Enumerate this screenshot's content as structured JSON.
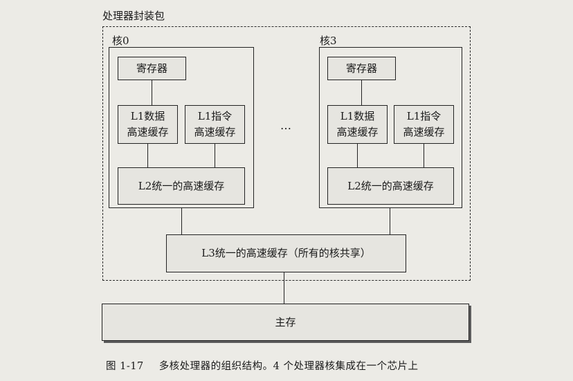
{
  "package_label": "处理器封装包",
  "cores": [
    {
      "label": "核0",
      "register": "寄存器",
      "l1_data": [
        "L1数据",
        "高速缓存"
      ],
      "l1_inst": [
        "L1指令",
        "高速缓存"
      ],
      "l2": "L2统一的高速缓存"
    },
    {
      "label": "核3",
      "register": "寄存器",
      "l1_data": [
        "L1数据",
        "高速缓存"
      ],
      "l1_inst": [
        "L1指令",
        "高速缓存"
      ],
      "l2": "L2统一的高速缓存"
    }
  ],
  "ellipsis": "…",
  "l3": "L3统一的高速缓存（所有的核共享）",
  "main_memory": "主存",
  "caption": {
    "number": "图 1-17",
    "text": "多核处理器的组织结构。4 个处理器核集成在一个芯片上"
  }
}
